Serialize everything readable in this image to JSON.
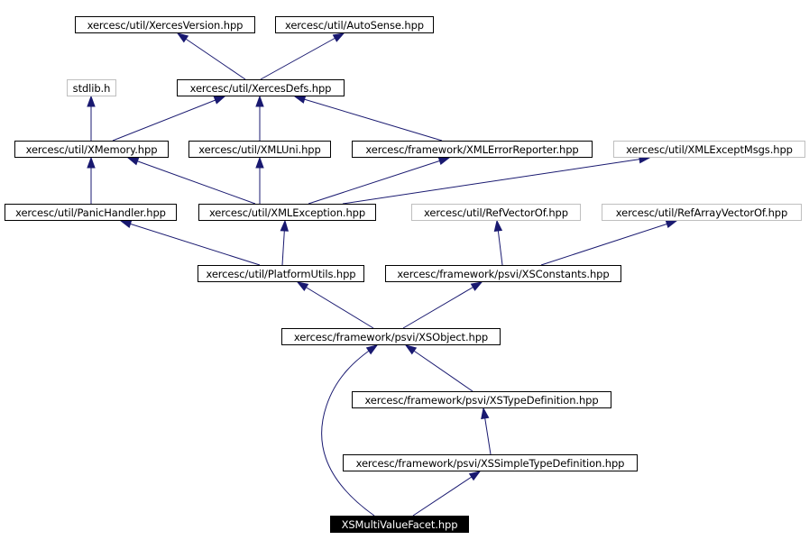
{
  "nodes": {
    "xerces_version": "xercesc/util/XercesVersion.hpp",
    "auto_sense": "xercesc/util/AutoSense.hpp",
    "stdlib": "stdlib.h",
    "xerces_defs": "xercesc/util/XercesDefs.hpp",
    "xmemory": "xercesc/util/XMemory.hpp",
    "xmluni": "xercesc/util/XMLUni.hpp",
    "xml_error_reporter": "xercesc/framework/XMLErrorReporter.hpp",
    "xml_except_msgs": "xercesc/util/XMLExceptMsgs.hpp",
    "panic_handler": "xercesc/util/PanicHandler.hpp",
    "xml_exception": "xercesc/util/XMLException.hpp",
    "ref_vector_of": "xercesc/util/RefVectorOf.hpp",
    "ref_array_vector_of": "xercesc/util/RefArrayVectorOf.hpp",
    "platform_utils": "xercesc/util/PlatformUtils.hpp",
    "xs_constants": "xercesc/framework/psvi/XSConstants.hpp",
    "xs_object": "xercesc/framework/psvi/XSObject.hpp",
    "xs_type_definition": "xercesc/framework/psvi/XSTypeDefinition.hpp",
    "xs_simple_type_definition": "xercesc/framework/psvi/XSSimpleTypeDefinition.hpp",
    "xs_multi_value_facet": "XSMultiValueFacet.hpp"
  },
  "colors": {
    "edge": "#191970",
    "node_border": "#000000",
    "external_border": "#bfbfbf",
    "current_fill": "#000000",
    "current_text": "#ffffff"
  }
}
